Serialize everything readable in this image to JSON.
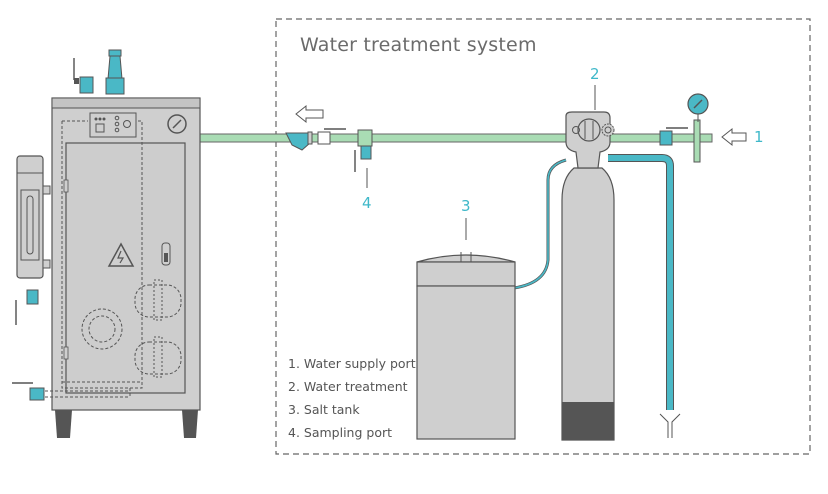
{
  "title": "Water treatment system",
  "callouts": [
    {
      "id": "1",
      "label": "1"
    },
    {
      "id": "2",
      "label": "2"
    },
    {
      "id": "3",
      "label": "3"
    },
    {
      "id": "4",
      "label": "4"
    }
  ],
  "legend": [
    "1. Water supply port",
    "2. Water treatment",
    "3. Salt tank",
    "4. Sampling port"
  ],
  "colors": {
    "pipe_green": "#a9dcb4",
    "pipe_teal": "#4ab8c6",
    "body_gray": "#cfcfcf",
    "outline": "#555555",
    "dark_base": "#555555",
    "callout": "#3fb8c9"
  }
}
